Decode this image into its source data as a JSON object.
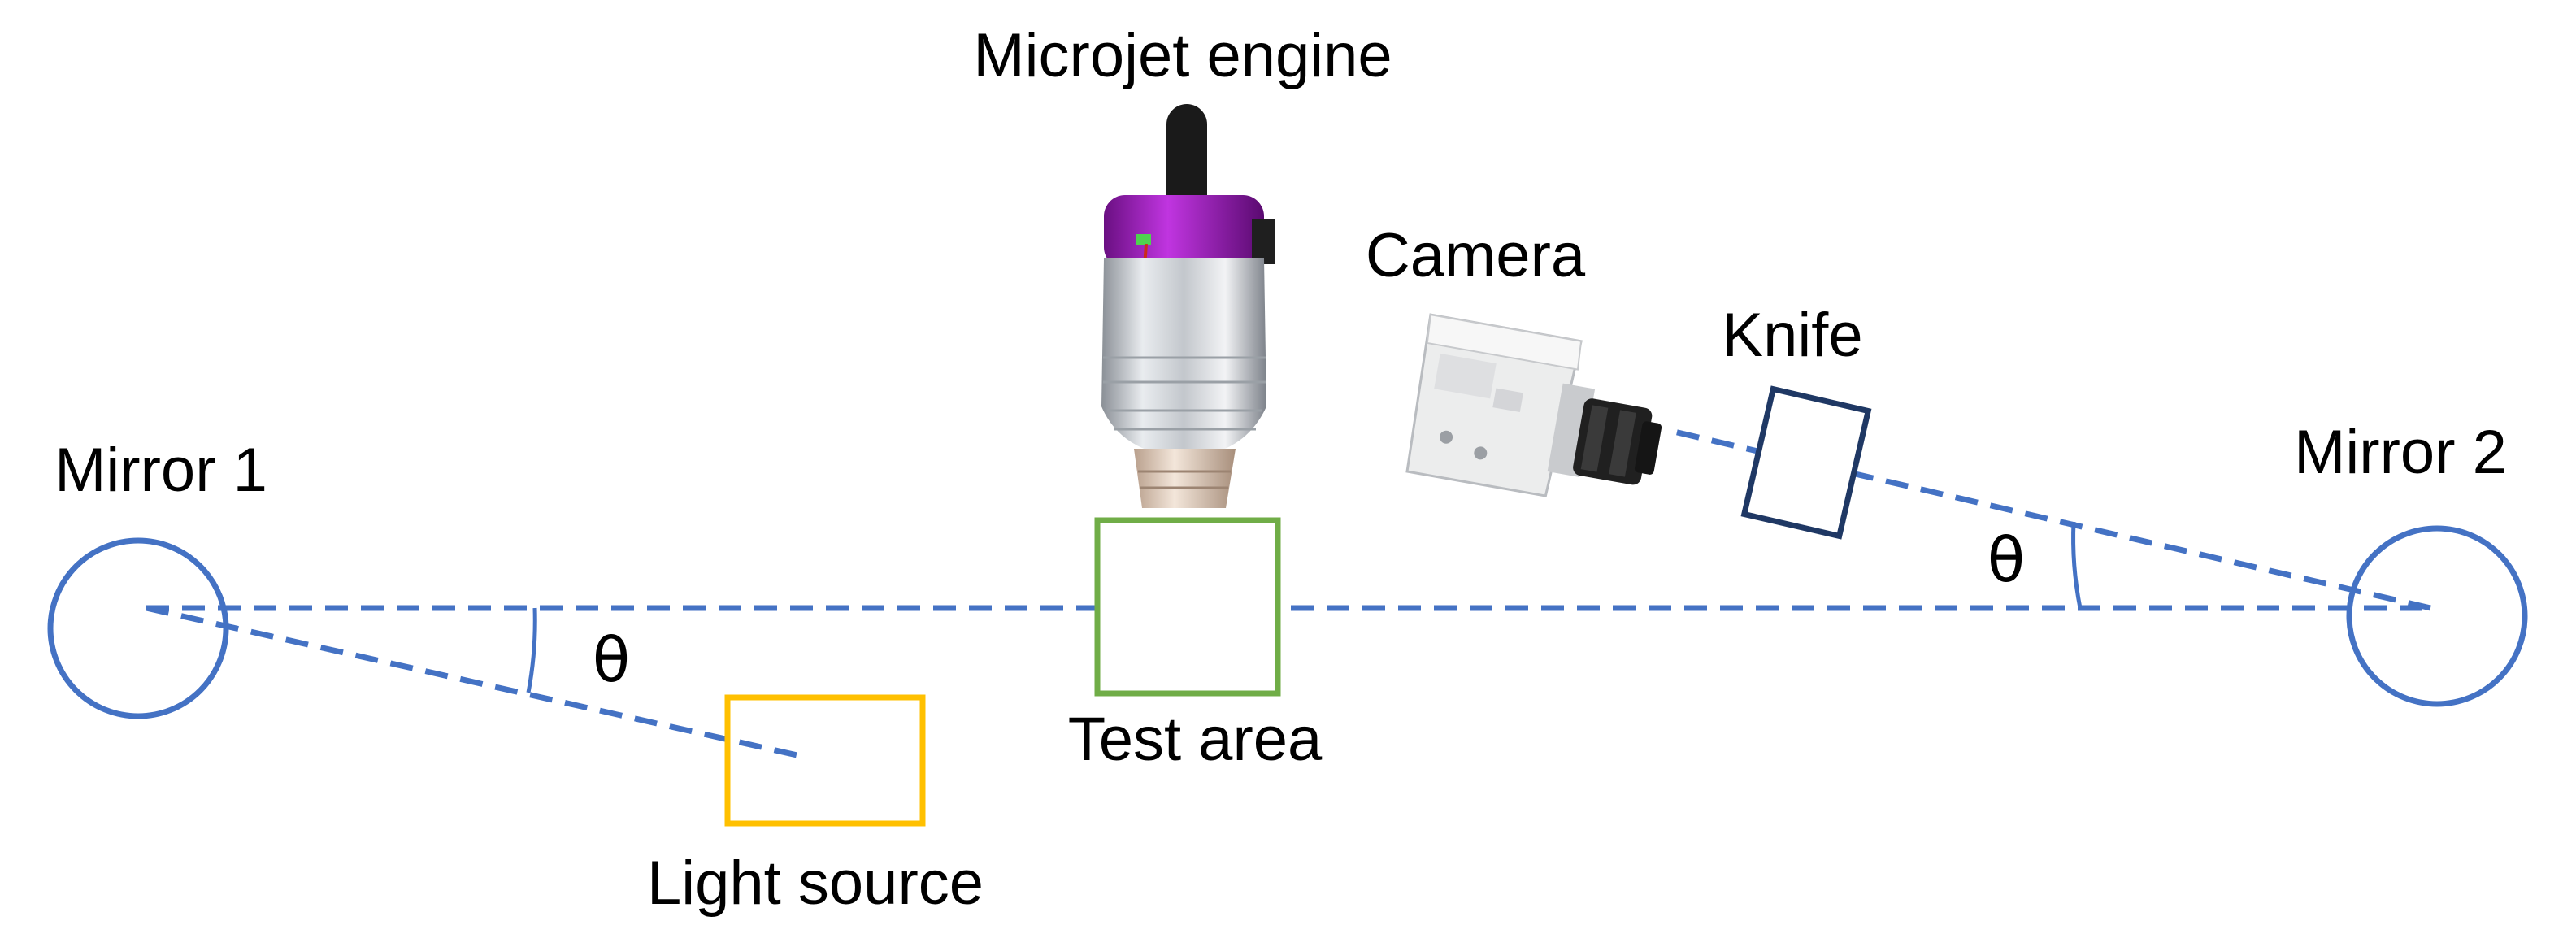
{
  "labels": {
    "microjet_engine": "Microjet engine",
    "camera": "Camera",
    "knife": "Knife",
    "mirror_1": "Mirror 1",
    "mirror_2": "Mirror 2",
    "test_area": "Test area",
    "light_source": "Light source",
    "theta_left": "θ",
    "theta_right": "θ"
  },
  "colors": {
    "beam": "#4472C4",
    "mirror": "#4472C4",
    "test_area": "#70AD47",
    "light_source": "#FFC000",
    "knife": "#1F3864",
    "engine_top": "#A020C0",
    "engine_body": "#C8CCD2"
  }
}
